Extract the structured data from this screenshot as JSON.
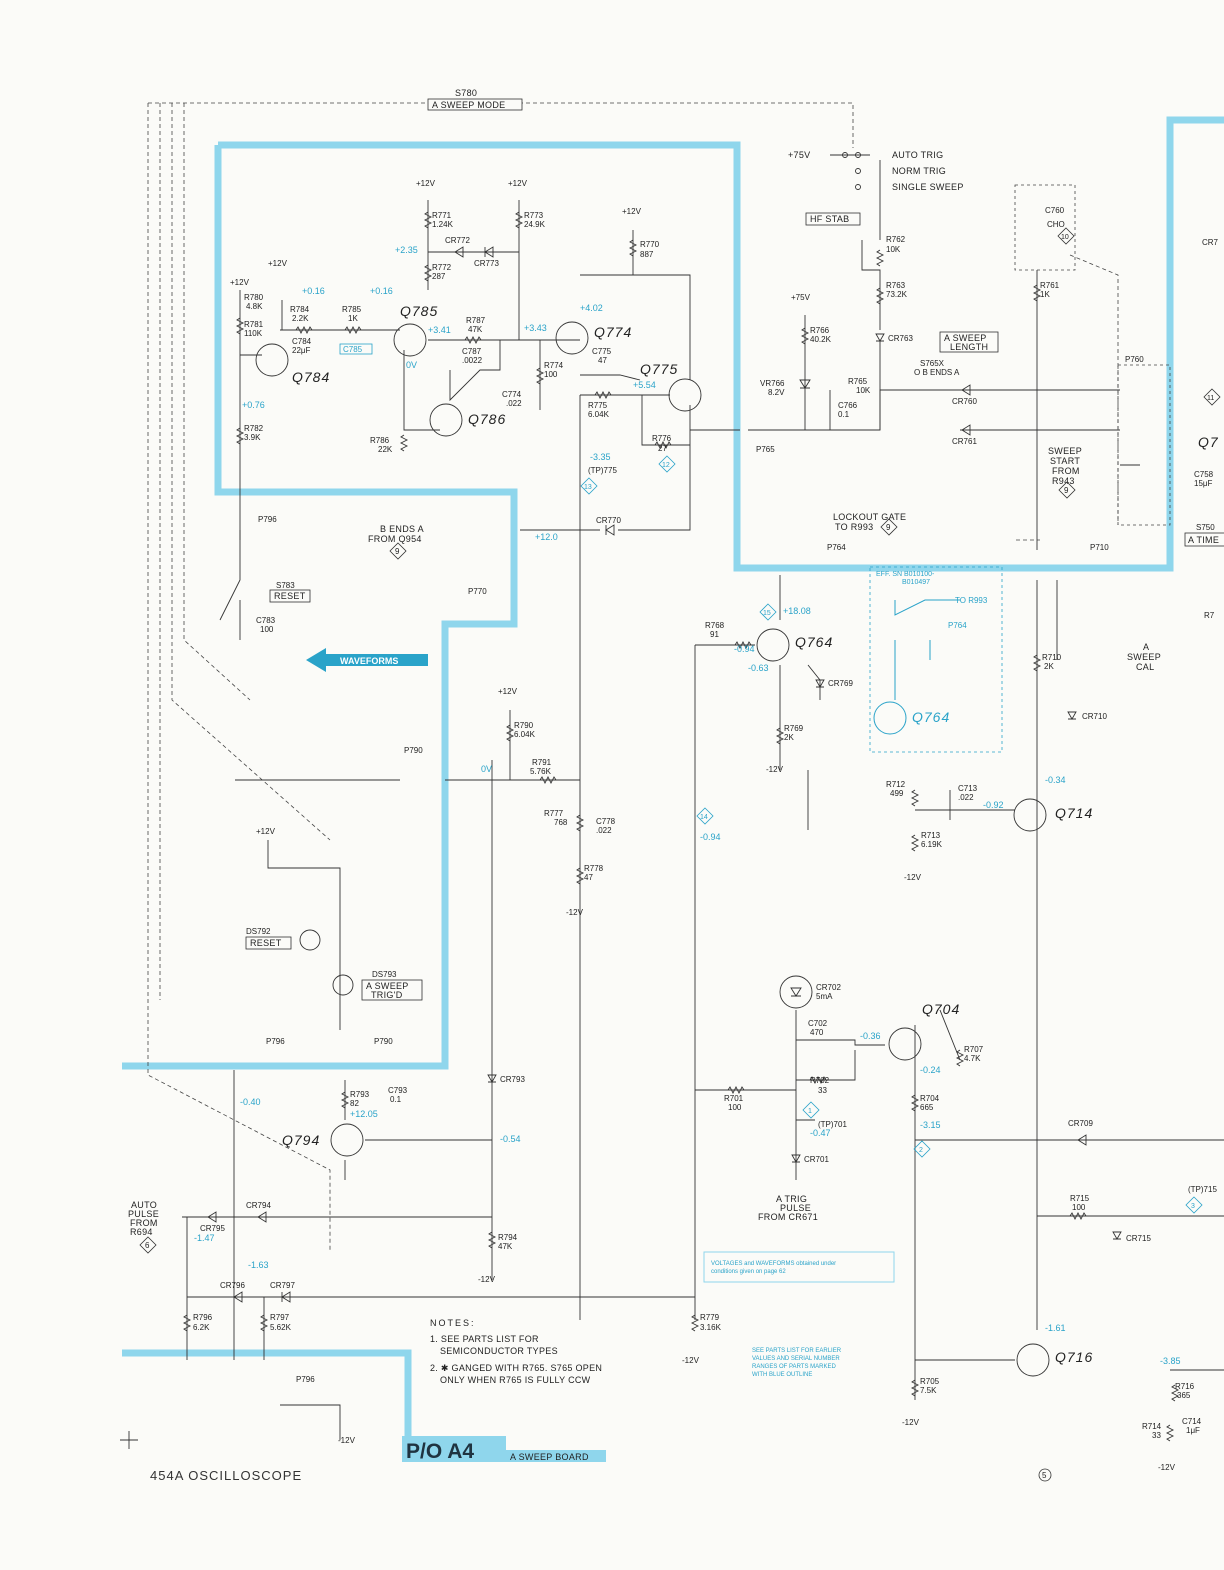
{
  "switch": {
    "id": "S780",
    "title": "A SWEEP MODE"
  },
  "mode": {
    "supply": "+75V",
    "items": [
      "AUTO TRIG",
      "NORM TRIG",
      "SINGLE SWEEP"
    ]
  },
  "boxes": {
    "hf_stab": "HF STAB",
    "a_sweep_length": [
      "A SWEEP",
      "LENGTH"
    ],
    "reset_s783": "RESET",
    "ds792_label": "RESET",
    "ds793_label": [
      "A SWEEP",
      "TRIG'D"
    ],
    "a_time": "A TIME"
  },
  "transistors": {
    "q784": "Q784",
    "q785": "Q785",
    "q786": "Q786",
    "q774": "Q774",
    "q775": "Q775",
    "q764": "Q764",
    "q764b": "Q764",
    "q714": "Q714",
    "q704": "Q704",
    "q794": "Q794",
    "q716": "Q716"
  },
  "components": {
    "r771": [
      "R771",
      "1.24K"
    ],
    "r773": [
      "R773",
      "24.9K"
    ],
    "cr772": "CR772",
    "cr773": "CR773",
    "r772": [
      "R772",
      "287"
    ],
    "r770": [
      "R770",
      "887"
    ],
    "r780": [
      "R780",
      "4.8K"
    ],
    "r781": [
      "R781",
      "110K"
    ],
    "r784": [
      "R784",
      "2.2K"
    ],
    "r785": [
      "R785",
      "1K"
    ],
    "c784": [
      "C784",
      "22μF"
    ],
    "c785": "C785",
    "r787": [
      "R787",
      "47K"
    ],
    "c787": [
      "C787",
      ".0022"
    ],
    "r774": [
      "R774",
      "100"
    ],
    "c774": [
      "C774",
      ".022"
    ],
    "c775": [
      "C775",
      "47"
    ],
    "r775": [
      "R775",
      "6.04K"
    ],
    "r776": [
      "R776",
      "27"
    ],
    "r782": [
      "R782",
      "3.9K"
    ],
    "r786": [
      "R786",
      "22K"
    ],
    "tp775": "(TP)775",
    "cr770": "CR770",
    "p770": "P770",
    "p796_top": "P796",
    "s783": "S783",
    "c783": [
      "C783",
      "100"
    ],
    "r790": [
      "R790",
      "6.04K"
    ],
    "r791": [
      "R791",
      "5.76K"
    ],
    "r777": [
      "R777",
      "768"
    ],
    "c778": [
      "C778",
      ".022"
    ],
    "r778": [
      "R778",
      "47"
    ],
    "p790_top": "P790",
    "ds792": "DS792",
    "ds793": "DS793",
    "p796_mid": "P796",
    "p790_mid": "P790",
    "r793": [
      "R793",
      "82"
    ],
    "c793": [
      "C793",
      "0.1"
    ],
    "cr793": "CR793",
    "cr794": "CR794",
    "cr795": "CR795",
    "r794": [
      "R794",
      "47K"
    ],
    "cr796": "CR796",
    "cr797": "CR797",
    "r796": [
      "R796",
      "6.2K"
    ],
    "r797": [
      "R797",
      "5.62K"
    ],
    "p796_bot": "P796",
    "r779": [
      "R779",
      "3.16K"
    ],
    "r762": [
      "R762",
      "10K"
    ],
    "r763": [
      "R763",
      "73.2K"
    ],
    "cr763": "CR763",
    "r766": [
      "R766",
      "40.2K"
    ],
    "vr766": [
      "VR766",
      "8.2V"
    ],
    "c766": [
      "C766",
      "0.1"
    ],
    "r765": [
      "R765",
      "10K"
    ],
    "s765": [
      "S765X",
      "O B ENDS A"
    ],
    "cr760": "CR760",
    "cr761": "CR761",
    "p765": "P765",
    "c760": [
      "C760",
      "CHO"
    ],
    "r761": [
      "R761",
      "1K"
    ],
    "p760": "P760",
    "p764": "P764",
    "p710": "P710",
    "r768": [
      "R768",
      "91"
    ],
    "cr769": "CR769",
    "r769": [
      "R769",
      "2K"
    ],
    "p764b": "P764",
    "r710": [
      "R710",
      "2K"
    ],
    "cr710": "CR710",
    "r712": [
      "R712",
      "499"
    ],
    "c713": [
      "C713",
      ".022"
    ],
    "r713": [
      "R713",
      "6.19K"
    ],
    "cr702": [
      "CR702",
      "5mA"
    ],
    "c702": [
      "C702",
      "470"
    ],
    "r707": [
      "R707",
      "4.7K"
    ],
    "r702": [
      "R702",
      "33"
    ],
    "r701": [
      "R701",
      "100"
    ],
    "tp701": "(TP)701",
    "cr701": "CR701",
    "r704": [
      "R704",
      "665"
    ],
    "cr709": "CR709",
    "r715": [
      "R715",
      "100"
    ],
    "tp715": "(TP)715",
    "cr715": "CR715",
    "r705": [
      "R705",
      "7.5K"
    ],
    "r716": [
      "R716",
      "365"
    ],
    "c714": [
      "C714",
      "1μF"
    ],
    "r714": [
      "R714",
      "33"
    ],
    "c758": [
      "C758",
      "15μF"
    ],
    "s750": "S750",
    "r7x": "R7",
    "q7x": "Q7",
    "cr7x": "CR7"
  },
  "rails": {
    "p12": "+12V",
    "m12": "-12V",
    "p75": "+75V"
  },
  "voltages": {
    "v235": "+2.35",
    "v016a": "+0.16",
    "v016b": "+0.16",
    "v341": "+3.41",
    "v343": "+3.43",
    "v402": "+4.02",
    "v554": "+5.54",
    "v0va": "0V",
    "v076": "+0.76",
    "v335": "-3.35",
    "v120": "+12.0",
    "v1808": "+18.08",
    "v094a": "-0.94",
    "v063": "-0.63",
    "v0vb": "0V",
    "v034": "-0.34",
    "v092": "-0.92",
    "v094b": "-0.94",
    "v036": "-0.36",
    "v024": "-0.24",
    "v047": "-0.47",
    "v315": "-3.15",
    "v040": "-0.40",
    "v1205": "+12.05",
    "v054": "-0.54",
    "v147": "-1.47",
    "v163": "-1.63",
    "v161": "-1.61",
    "v385": "-3.85"
  },
  "signals": {
    "b_ends_a": [
      "B ENDS A",
      "FROM Q954"
    ],
    "lockout": [
      "LOCKOUT GATE",
      "TO R993"
    ],
    "to_r993": "TO R993",
    "eff": [
      "EFF. SN B010100-",
      "B010497"
    ],
    "sweep_start": [
      "SWEEP",
      "START",
      "FROM",
      "R943"
    ],
    "a_sweep_cal": [
      "A",
      "SWEEP",
      "CAL"
    ],
    "auto_pulse": [
      "AUTO",
      "PULSE",
      "FROM",
      "R694"
    ],
    "a_trig": [
      "A TRIG",
      "PULSE",
      "FROM CR671"
    ]
  },
  "markers": [
    "9",
    "13",
    "12",
    "9",
    "15",
    "14",
    "1",
    "2",
    "3",
    "6",
    "11",
    "10",
    "9",
    "5"
  ],
  "waveforms_label": "WAVEFORMS",
  "notes": {
    "heading": "NOTES:",
    "lines": [
      "1. SEE PARTS LIST FOR",
      "SEMICONDUCTOR TYPES",
      "2. ✱ GANGED WITH R765. S765 OPEN",
      "ONLY WHEN R765 IS FULLY CCW"
    ]
  },
  "blue_notes": {
    "voltages": [
      "VOLTAGES and WAVEFORMS obtained under",
      "conditions given on page 62"
    ],
    "parts": [
      "SEE PARTS LIST FOR EARLIER",
      "VALUES AND SERIAL NUMBER",
      "RANGES OF PARTS MARKED",
      "WITH BLUE OUTLINE"
    ]
  },
  "board": {
    "code": "P/O A4",
    "name": "A SWEEP BOARD"
  },
  "footer": "454A OSCILLOSCOPE",
  "colors": {
    "outline": "#8fd6ec",
    "blue": "#2aa3c9",
    "ink": "#333333",
    "paper": "#fbfbf8"
  }
}
